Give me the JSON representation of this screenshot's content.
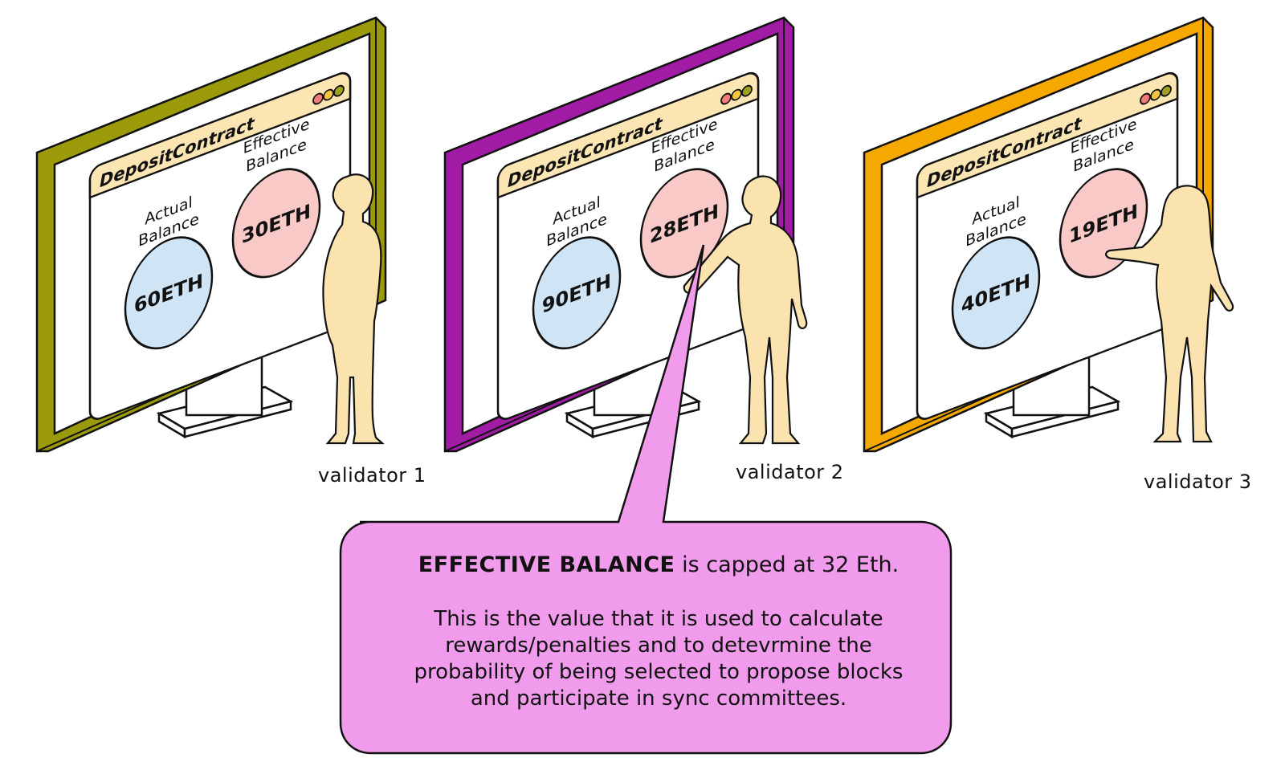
{
  "screen_title": "DepositContract",
  "actual_label": [
    "Actual",
    "Balance"
  ],
  "effective_label": [
    "Effective",
    "Balance"
  ],
  "validators": [
    {
      "name": "validator 1",
      "actual": "60ETH",
      "effective": "30ETH",
      "frame_color": "#9a9a0a"
    },
    {
      "name": "validator 2",
      "actual": "90ETH",
      "effective": "28ETH",
      "frame_color": "#a11ba4"
    },
    {
      "name": "validator 3",
      "actual": "40ETH",
      "effective": "19ETH",
      "frame_color": "#f5a800"
    }
  ],
  "colors": {
    "window_header": "#fbe5b2",
    "actual_circle": "#cfe4f5",
    "effective_circle": "#f9c9c8",
    "person": "#fbe3b0",
    "callout": "#f19bec",
    "dot_red": "#f37a7a",
    "dot_yellow": "#f5c542",
    "dot_olive": "#a0a020"
  },
  "callout": {
    "headline_bold": "EFFECTIVE BALANCE",
    "headline_rest": "is capped at 32 Eth.",
    "lines": [
      "This is the value that it is used to calculate",
      "rewards/penalties and to detevrmine the",
      "probability of being selected to propose blocks",
      "and participate in sync committees."
    ]
  }
}
